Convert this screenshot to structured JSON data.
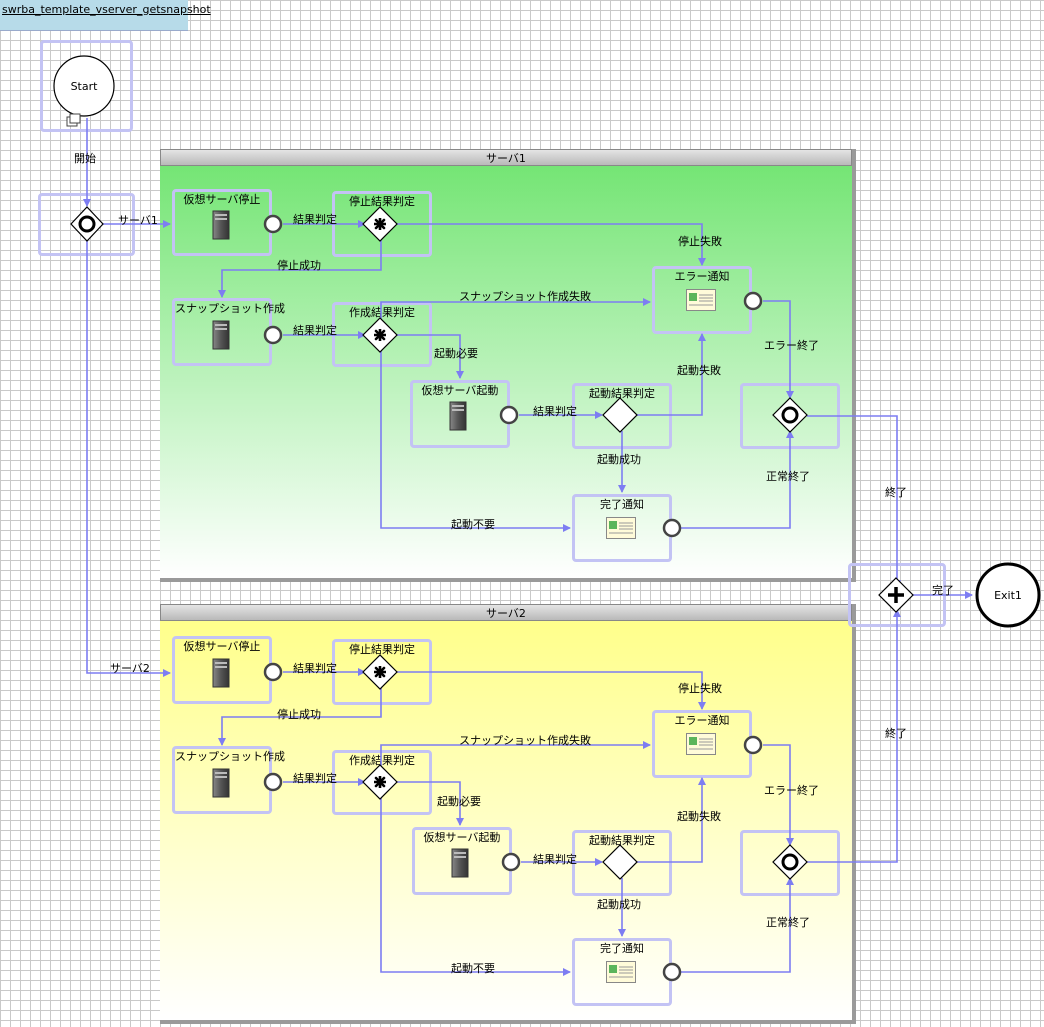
{
  "page_title": "swrba_template_vserver_getsnapshot",
  "start": "Start",
  "exit": "Exit1",
  "lanes": [
    {
      "title": "サーバ1",
      "tasks": {
        "stop": "仮想サーバ停止",
        "stop_judge": "停止結果判定",
        "snapshot": "スナップショット作成",
        "create_judge": "作成結果判定",
        "start_vm": "仮想サーバ起動",
        "start_judge": "起動結果判定",
        "error_notify": "エラー通知",
        "done_notify": "完了通知"
      },
      "edges": {
        "judge1": "結果判定",
        "stop_fail": "停止失敗",
        "stop_ok": "停止成功",
        "judge2": "結果判定",
        "snap_fail": "スナップショット作成失敗",
        "need_start": "起動必要",
        "judge3": "結果判定",
        "start_fail": "起動失敗",
        "start_ok": "起動成功",
        "no_start": "起動不要",
        "error_end": "エラー終了",
        "normal_end": "正常終了"
      }
    },
    {
      "title": "サーバ2",
      "tasks": {
        "stop": "仮想サーバ停止",
        "stop_judge": "停止結果判定",
        "snapshot": "スナップショット作成",
        "create_judge": "作成結果判定",
        "start_vm": "仮想サーバ起動",
        "start_judge": "起動結果判定",
        "error_notify": "エラー通知",
        "done_notify": "完了通知"
      },
      "edges": {
        "judge1": "結果判定",
        "stop_fail": "停止失敗",
        "stop_ok": "停止成功",
        "judge2": "結果判定",
        "snap_fail": "スナップショット作成失敗",
        "need_start": "起動必要",
        "judge3": "結果判定",
        "start_fail": "起動失敗",
        "start_ok": "起動成功",
        "no_start": "起動不要",
        "error_end": "エラー終了",
        "normal_end": "正常終了"
      }
    }
  ],
  "main_edges": {
    "begin": "開始",
    "to_lane1": "サーバ1",
    "to_lane2": "サーバ2",
    "end1": "終了",
    "end2": "終了",
    "done": "完了"
  }
}
